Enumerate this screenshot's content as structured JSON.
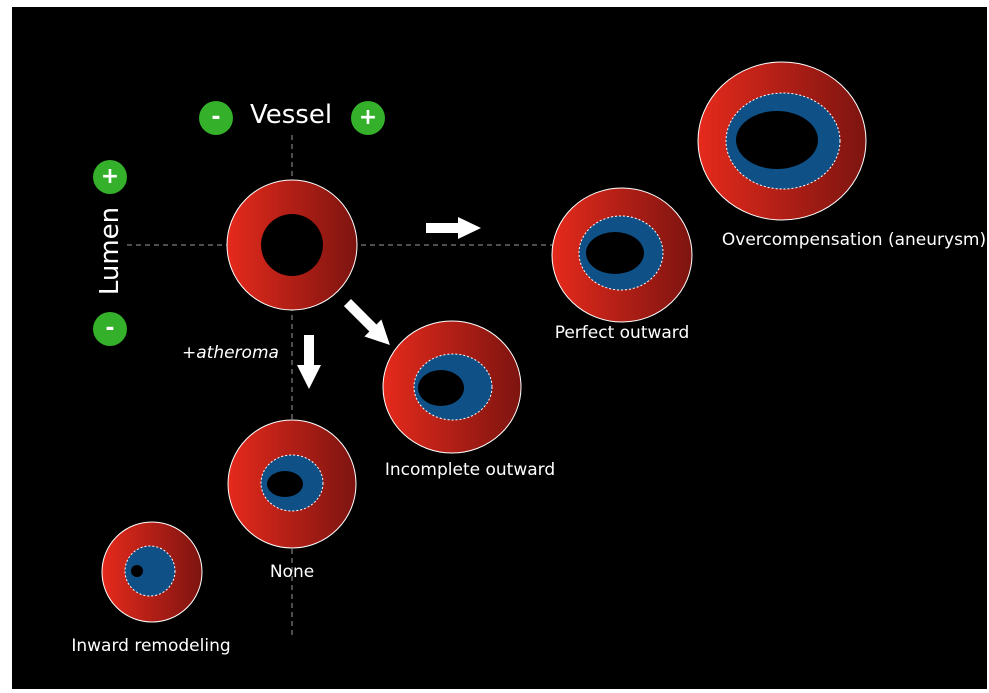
{
  "colors": {
    "background": "#000000",
    "vessel_wall_light": "#e52a1c",
    "vessel_wall_dark": "#7d1410",
    "plaque": "#0f5187",
    "lumen": "#000000",
    "badge": "#35b02a",
    "text": "#ffffff",
    "guide_line": "#9a9a9a"
  },
  "axes": {
    "vessel": {
      "label": "Vessel",
      "minus": "-",
      "plus": "+"
    },
    "lumen": {
      "label": "Lumen",
      "minus": "-",
      "plus": "+"
    }
  },
  "annotation": "+atheroma",
  "states": [
    {
      "id": "baseline",
      "label": "",
      "plaque": false
    },
    {
      "id": "none",
      "label": "None",
      "plaque": true
    },
    {
      "id": "inward",
      "label": "Inward remodeling",
      "plaque": true
    },
    {
      "id": "incomplete",
      "label": "Incomplete outward",
      "plaque": true
    },
    {
      "id": "perfect",
      "label": "Perfect outward",
      "plaque": true
    },
    {
      "id": "over",
      "label": "Overcompensation (aneurysm)",
      "plaque": true
    }
  ],
  "arrows": [
    {
      "from": "baseline",
      "to": "perfect",
      "direction": "right"
    },
    {
      "from": "baseline",
      "to": "incomplete",
      "direction": "down-right"
    },
    {
      "from": "baseline",
      "to": "none",
      "direction": "down"
    }
  ]
}
